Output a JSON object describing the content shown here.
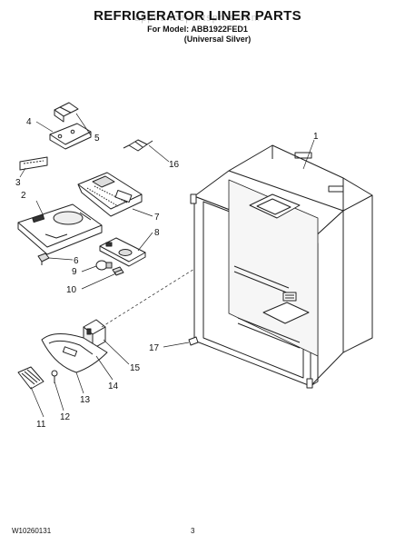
{
  "header": {
    "title": "REFRIGERATOR LINER PARTS",
    "model_line": "For Model: ABB1922FED1",
    "variant_line": "(Universal Silver)",
    "watermark": "appliancepartspros.com"
  },
  "callouts": [
    "1",
    "2",
    "3",
    "4",
    "5",
    "6",
    "7",
    "8",
    "9",
    "10",
    "11",
    "12",
    "13",
    "14",
    "15",
    "16",
    "17"
  ],
  "footer": {
    "doc_number": "W10260131",
    "page_number": "3"
  }
}
